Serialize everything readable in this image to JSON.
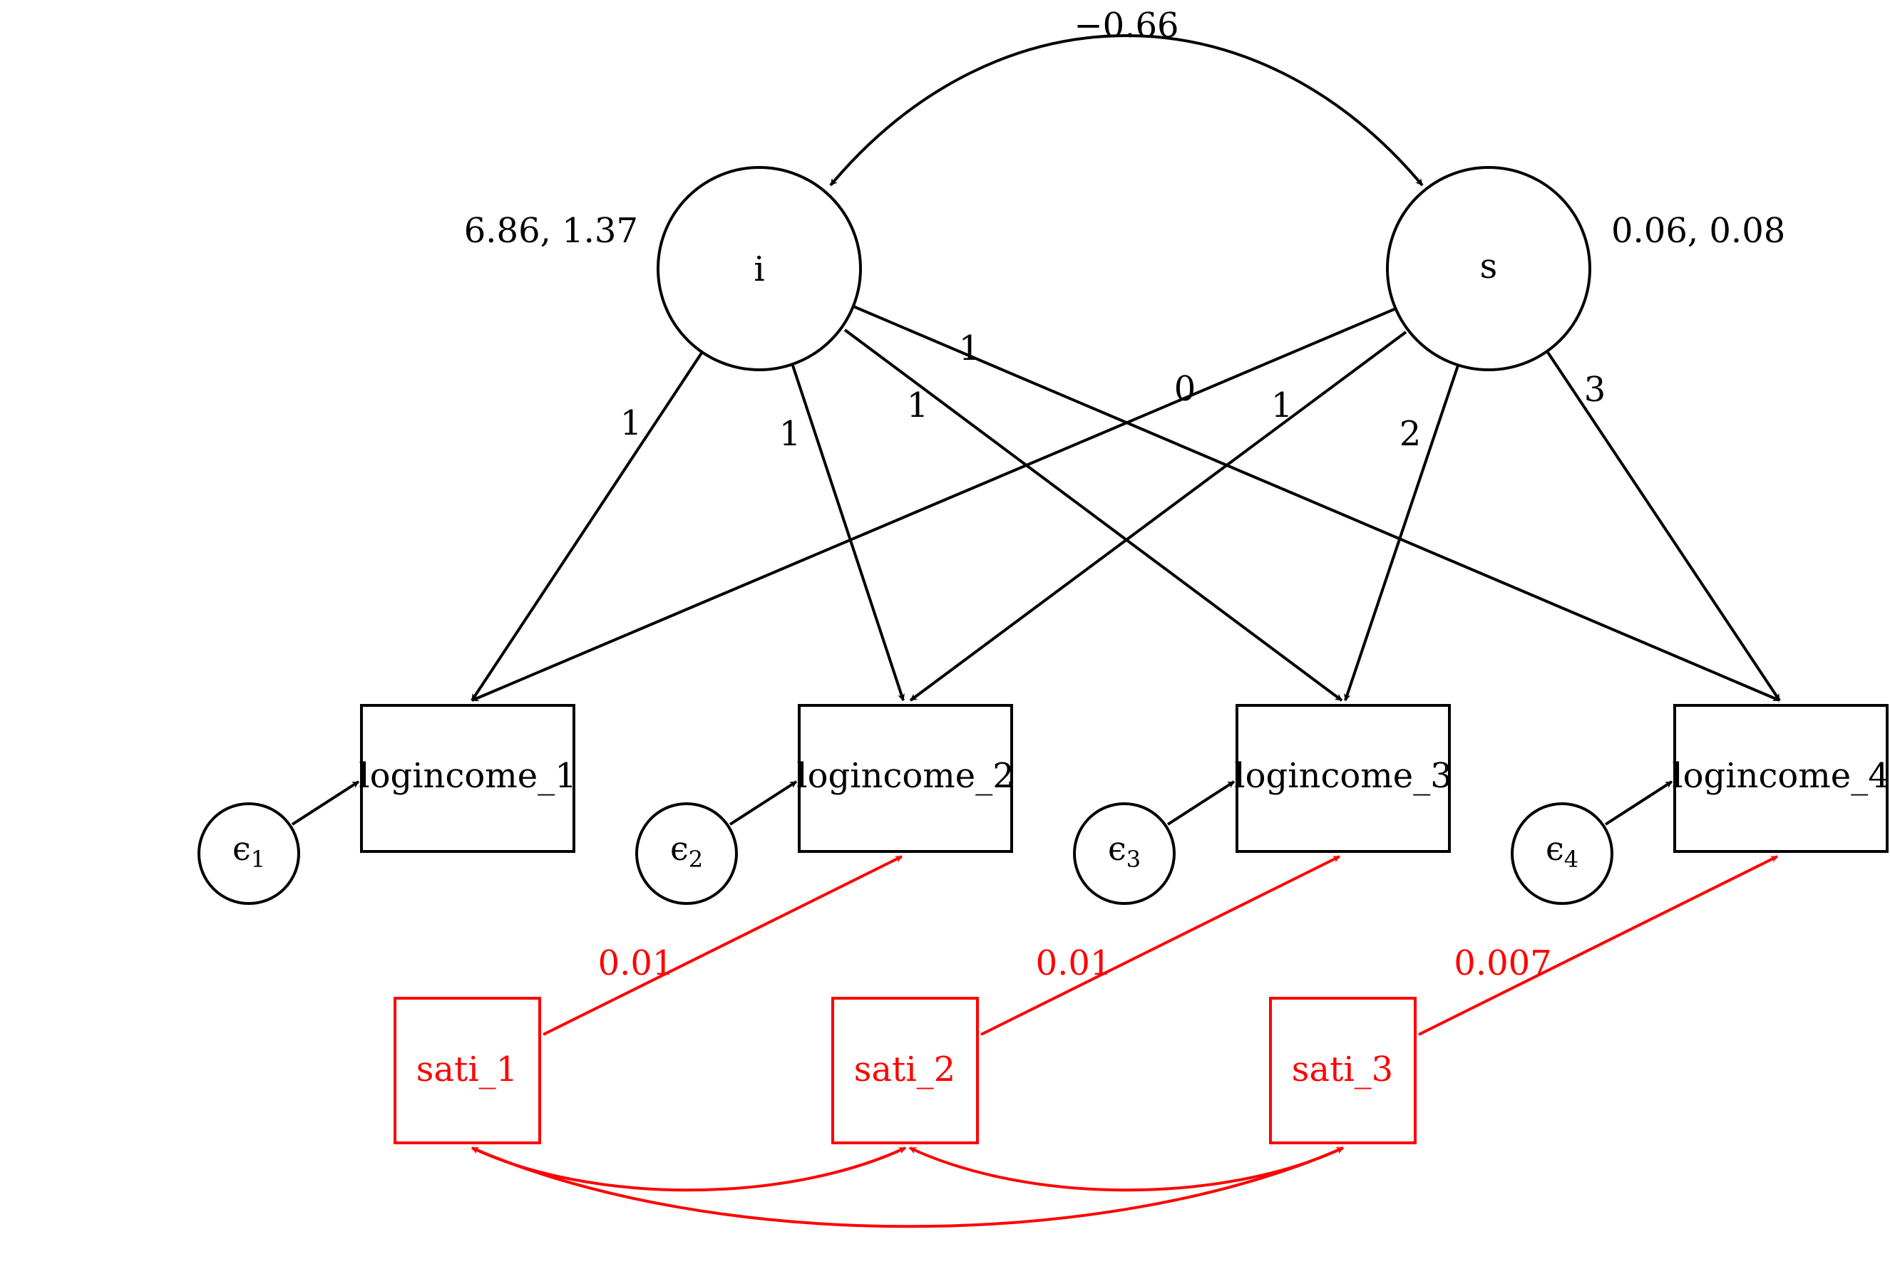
{
  "colors": {
    "main": "#000000",
    "covariate": "#ff0000",
    "background": "#ffffff"
  },
  "latent": {
    "intercept": {
      "name": "i",
      "stats": "6.86, 1.37"
    },
    "slope": {
      "name": "s",
      "stats": "0.06, 0.08"
    },
    "covariance": "−0.66"
  },
  "observed": [
    {
      "name": "logincome_1"
    },
    {
      "name": "logincome_2"
    },
    {
      "name": "logincome_3"
    },
    {
      "name": "logincome_4"
    }
  ],
  "errors": [
    {
      "symbol": "ϵ",
      "index": "1"
    },
    {
      "symbol": "ϵ",
      "index": "2"
    },
    {
      "symbol": "ϵ",
      "index": "3"
    },
    {
      "symbol": "ϵ",
      "index": "4"
    }
  ],
  "loadings": {
    "intercept": [
      "1",
      "1",
      "1",
      "1"
    ],
    "slope": [
      "0",
      "1",
      "2",
      "3"
    ]
  },
  "covariates": [
    {
      "name": "sati_1",
      "coef": "0.01"
    },
    {
      "name": "sati_2",
      "coef": "0.01"
    },
    {
      "name": "sati_3",
      "coef": "0.007"
    }
  ]
}
